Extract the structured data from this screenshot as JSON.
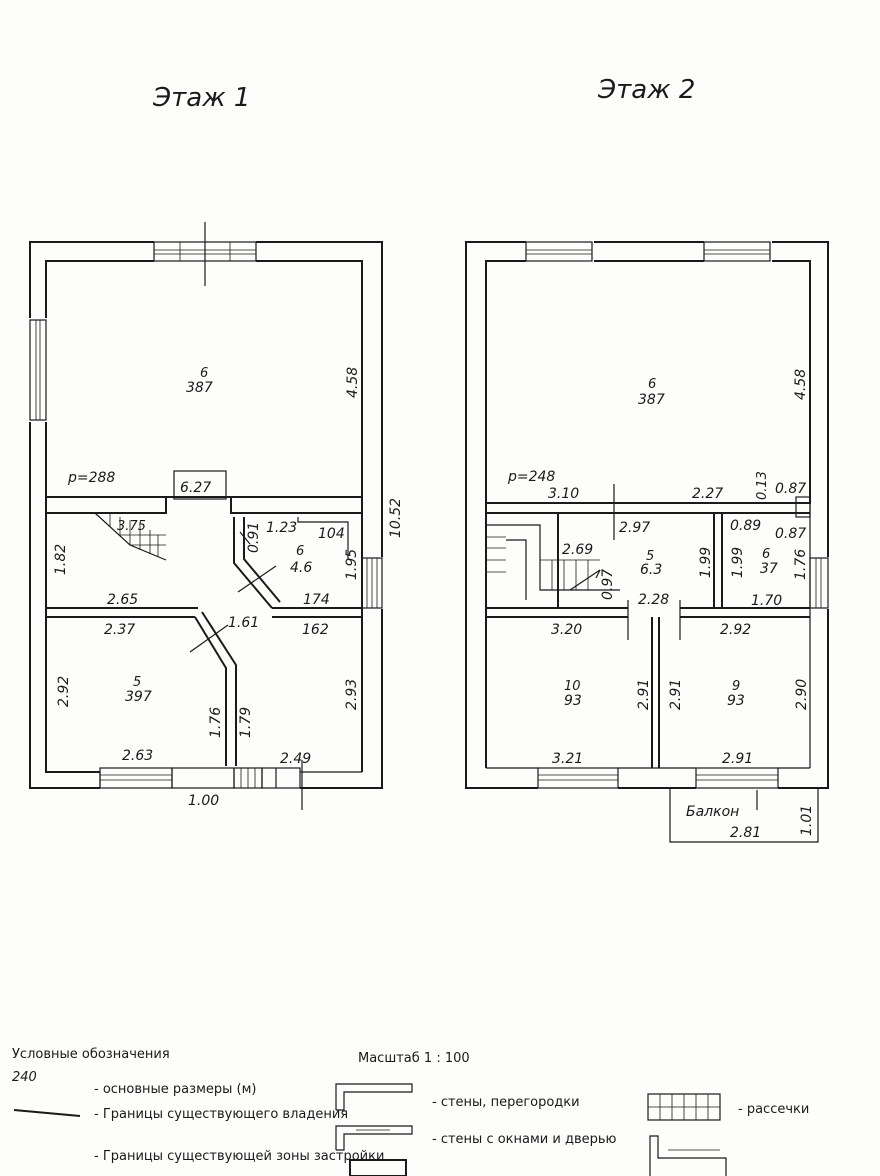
{
  "floor1": {
    "title": "Этаж 1",
    "rooms": {
      "living": {
        "num": "6",
        "area": "387"
      },
      "hall": {
        "area": "6.27"
      },
      "stairs": {
        "label": "3.75"
      },
      "bath": {
        "num": "6",
        "area": "4.6"
      },
      "bedroom": {
        "num": "5",
        "area": "397"
      }
    },
    "dims": {
      "living_h": "4.58",
      "total_h": "10.52",
      "p": "р=288",
      "left_hall": "1.82",
      "stair_w": "2.65",
      "bath_top": "1.23",
      "bath_w": "104",
      "bath_left": "0.91",
      "bath_right": "1.95",
      "bath_bottom": "174",
      "corr_w": "1.61",
      "bed_w": "2.37",
      "bed2_w": "162",
      "bed_h": "2.92",
      "bed_inner1": "1.76",
      "bed_inner2": "1.79",
      "bed2_h": "2.93",
      "bed_bottom": "2.63",
      "bath2_bottom": "2.49",
      "door_w": "1.00"
    }
  },
  "floor2": {
    "title": "Этаж 2",
    "rooms": {
      "hall": {
        "num": "6",
        "area": "387"
      },
      "mid": {
        "num": "5",
        "area": "6.3"
      },
      "wc": {
        "num": "6",
        "area": "37"
      },
      "bed_left": {
        "num": "10",
        "area": "93"
      },
      "bed_right": {
        "num": "9",
        "area": "93"
      }
    },
    "dims": {
      "hall_h": "4.58",
      "p": "р=248",
      "top_left": "3.10",
      "top_mid": "2.27",
      "top_small": "0.13",
      "top_right": "0.87",
      "mid_w": "2.97",
      "wc_w": "0.89",
      "wc_r": "0.87",
      "stair_l": "2.69",
      "stair_h": "0.97",
      "mid_h1": "1.99",
      "mid_h2": "1.99",
      "wc_h": "1.76",
      "mid_bottom": "2.28",
      "wc_bottom": "1.70",
      "bed_l_w": "3.20",
      "bed_r_w": "2.92",
      "bed_l_h": "2.91",
      "bed_r_h1": "2.91",
      "bed_r_h2": "2.90",
      "bed_l_bottom": "3.21",
      "bed_r_bottom": "2.91",
      "balcony": "Балкон",
      "balcony_w": "2.81",
      "balcony_h": "1.01"
    }
  },
  "legend": {
    "heading": "Условные обозначения",
    "code": "240",
    "items_left": [
      "- основные размеры (м)",
      "- Границы существующего владения",
      "- Границы существующей зоны застройки"
    ],
    "scale": "Масштаб 1 : 100",
    "items_mid": [
      "- стены, перегородки",
      "- стены с окнами и дверью"
    ],
    "items_right": [
      "- рассечки"
    ]
  }
}
